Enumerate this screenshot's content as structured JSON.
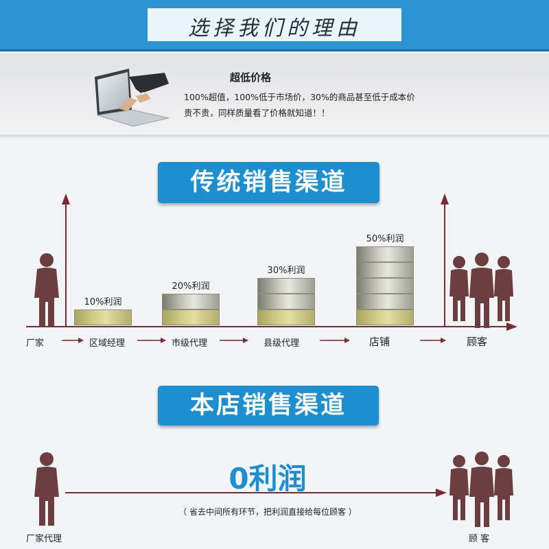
{
  "header": {
    "title": "选择我们的理由"
  },
  "feature": {
    "title": "超低价格",
    "line1": "100%超值，100%低于市场价，30%的商品甚至低于成本价",
    "line2": "贵不贵，同样质量看了价格就知道！！"
  },
  "traditional": {
    "title": "传统销售渠道",
    "chain": [
      "厂家",
      "区域经理",
      "市级代理",
      "县级代理",
      "店铺",
      "顾客"
    ],
    "bars": [
      {
        "label": "10%利润",
        "value": 10
      },
      {
        "label": "20%利润",
        "value": 20
      },
      {
        "label": "30%利润",
        "value": 30
      },
      {
        "label": "50%利润",
        "value": 50
      }
    ]
  },
  "ours": {
    "title": "本店销售渠道",
    "profit": "0利润",
    "note": "（ 省去中间所有环节，把利润直接给每位顾客 ）",
    "left_label": "厂家代理",
    "right_label": "顾 客"
  },
  "colors": {
    "accent": "#1d8fd0",
    "arrow": "#7a2a2f",
    "person": "#6b3f3f"
  }
}
